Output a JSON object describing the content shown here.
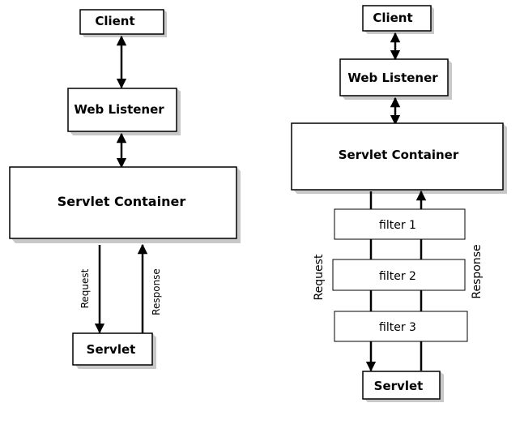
{
  "left": {
    "client": "Client",
    "web_listener": "Web Listener",
    "servlet_container": "Servlet Container",
    "servlet": "Servlet",
    "request": "Request",
    "response": "Response"
  },
  "right": {
    "client": "Client",
    "web_listener": "Web Listener",
    "servlet_container": "Servlet Container",
    "filter1": "filter 1",
    "filter2": "filter 2",
    "filter3": "filter 3",
    "servlet": "Servlet",
    "request": "Request",
    "response": "Response"
  }
}
